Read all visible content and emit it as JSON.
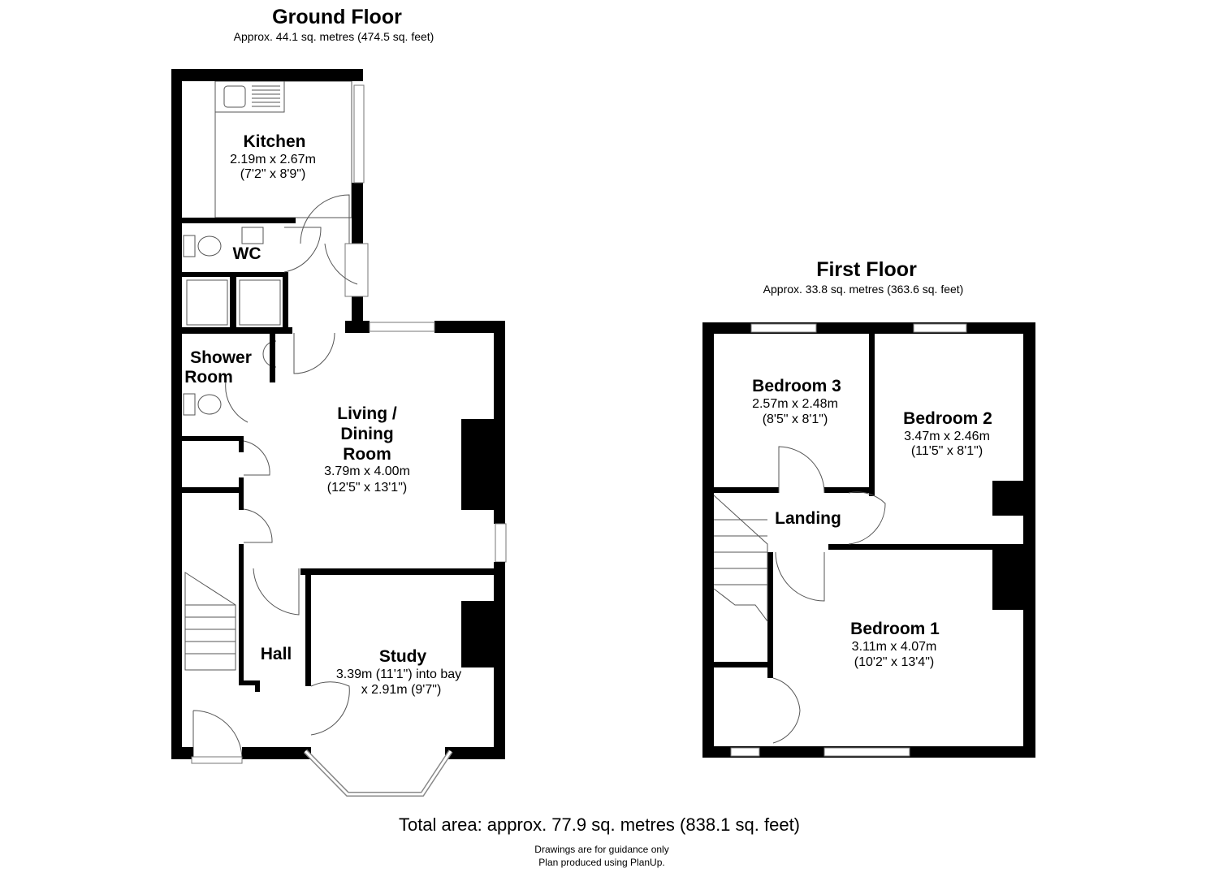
{
  "ground_floor": {
    "title": "Ground Floor",
    "area": "Approx. 44.1 sq. metres (474.5 sq. feet)",
    "rooms": {
      "kitchen": {
        "name": "Kitchen",
        "dim_m": "2.19m x 2.67m",
        "dim_ft": "(7'2\" x 8'9\")"
      },
      "wc": {
        "name": "WC"
      },
      "shower": {
        "name1": "Shower",
        "name2": "Room"
      },
      "living": {
        "name1": "Living /",
        "name2": "Dining",
        "name3": "Room",
        "dim_m": "3.79m x 4.00m",
        "dim_ft": "(12'5\" x 13'1\")"
      },
      "hall": {
        "name": "Hall"
      },
      "study": {
        "name": "Study",
        "dim_1": "3.39m (11'1\") into bay",
        "dim_2": "x 2.91m (9'7\")"
      }
    }
  },
  "first_floor": {
    "title": "First Floor",
    "area": "Approx. 33.8 sq. metres (363.6 sq. feet)",
    "rooms": {
      "bedroom3": {
        "name": "Bedroom 3",
        "dim_m": "2.57m x 2.48m",
        "dim_ft": "(8'5\" x 8'1\")"
      },
      "bedroom2": {
        "name": "Bedroom 2",
        "dim_m": "3.47m x 2.46m",
        "dim_ft": "(11'5\" x 8'1\")"
      },
      "landing": {
        "name": "Landing"
      },
      "bedroom1": {
        "name": "Bedroom 1",
        "dim_m": "3.11m x 4.07m",
        "dim_ft": "(10'2\" x 13'4\")"
      }
    }
  },
  "footer": {
    "total": "Total area: approx. 77.9 sq. metres (838.1 sq. feet)",
    "note1": "Drawings are for guidance only",
    "note2": "Plan produced using PlanUp."
  }
}
